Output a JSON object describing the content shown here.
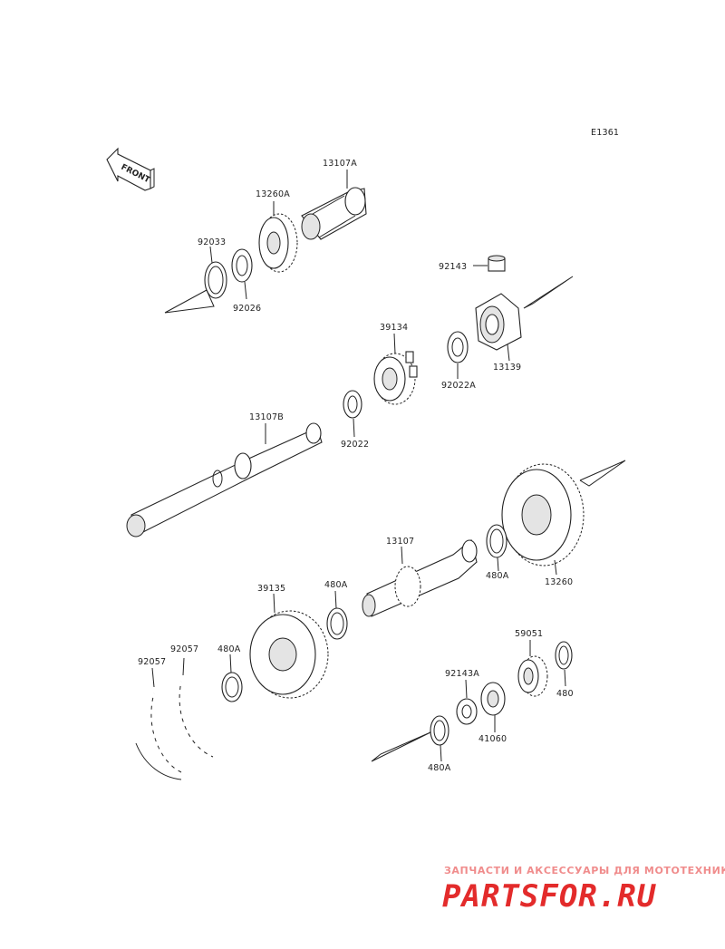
{
  "diagram_code": "E1361",
  "front_label": "FRONT",
  "parts": [
    {
      "id": "p1",
      "label": "92033"
    },
    {
      "id": "p2",
      "label": "13260A"
    },
    {
      "id": "p3",
      "label": "13107A"
    },
    {
      "id": "p4",
      "label": "92026"
    },
    {
      "id": "p5",
      "label": "92143"
    },
    {
      "id": "p6",
      "label": "13139"
    },
    {
      "id": "p7",
      "label": "39134"
    },
    {
      "id": "p8",
      "label": "92022A"
    },
    {
      "id": "p9",
      "label": "92022"
    },
    {
      "id": "p10",
      "label": "13107B"
    },
    {
      "id": "p11",
      "label": "13107"
    },
    {
      "id": "p12",
      "label": "480A"
    },
    {
      "id": "p13",
      "label": "13260"
    },
    {
      "id": "p14",
      "label": "39135"
    },
    {
      "id": "p15",
      "label": "480A"
    },
    {
      "id": "p16",
      "label": "92057"
    },
    {
      "id": "p17",
      "label": "92057"
    },
    {
      "id": "p18",
      "label": "480A"
    },
    {
      "id": "p19",
      "label": "59051"
    },
    {
      "id": "p20",
      "label": "92143A"
    },
    {
      "id": "p21",
      "label": "480"
    },
    {
      "id": "p22",
      "label": "41060"
    },
    {
      "id": "p23",
      "label": "480A"
    }
  ],
  "watermark": {
    "tagline": "ЗАПЧАСТИ И АКСЕССУАРЫ ДЛЯ МОТОТЕХНИКИ",
    "logo": "PARTSFOR.RU"
  }
}
